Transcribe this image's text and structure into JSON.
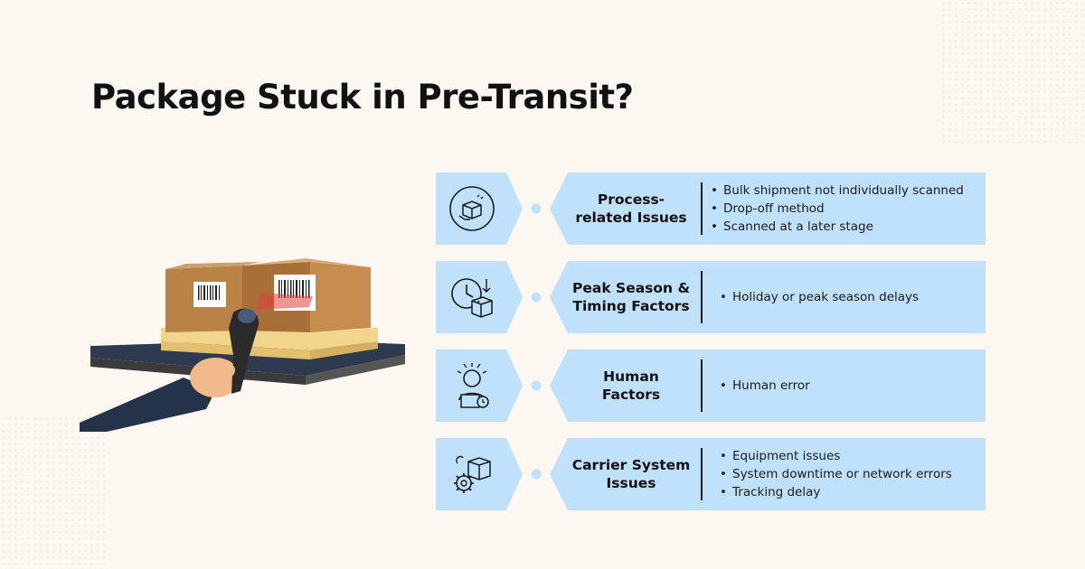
{
  "title": "Package Stuck in Pre-Transit?",
  "colors": {
    "background": "#fcf8f1",
    "card": "#bfe1fc",
    "dot": "#bfe1fc",
    "text": "#111111"
  },
  "rows": [
    {
      "category": "Process-\nrelated Issues",
      "icon": "package-hand-icon",
      "bullets": [
        "Bulk shipment not individually scanned",
        "Drop-off method",
        "Scanned at a later stage"
      ]
    },
    {
      "category": "Peak Season &\nTiming Factors",
      "icon": "clock-boxes-icon",
      "bullets": [
        "Holiday or peak season delays"
      ]
    },
    {
      "category": "Human\nFactors",
      "icon": "stressed-worker-icon",
      "bullets": [
        "Human error"
      ]
    },
    {
      "category": "Carrier System\nIssues",
      "icon": "gear-box-icon",
      "bullets": [
        "Equipment issues",
        "System downtime or network errors",
        "Tracking delay"
      ]
    }
  ]
}
